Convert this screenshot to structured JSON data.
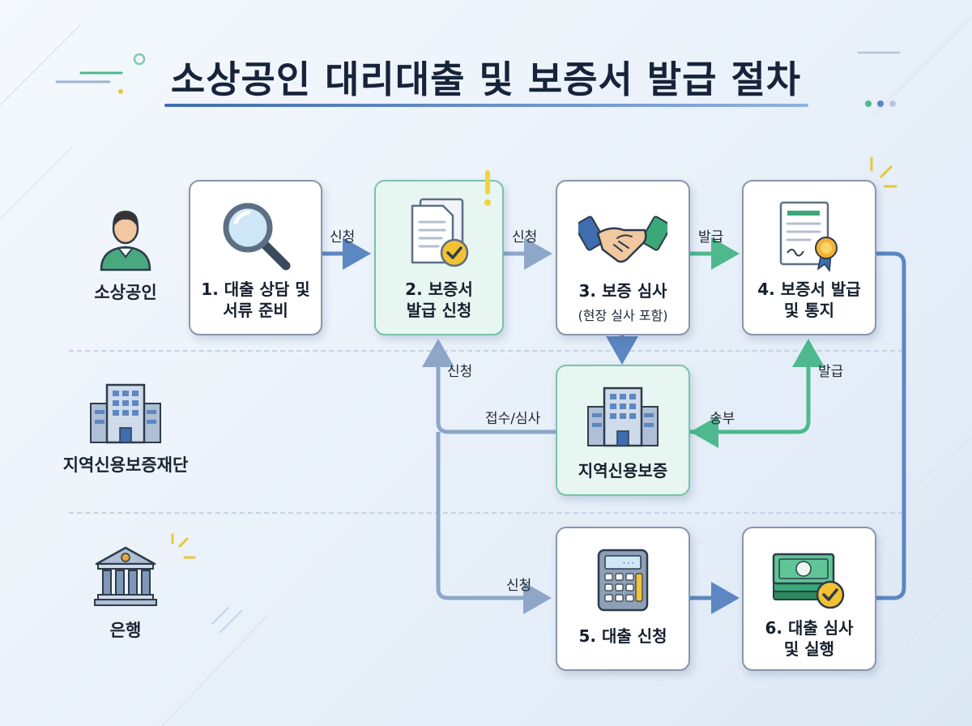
{
  "title": "소상공인 대리대출 및 보증서 발급 절차",
  "lanes": [
    {
      "label": "소상공인",
      "icon": "merchant-person-icon"
    },
    {
      "label": "지역신용보증재단",
      "icon": "office-building-icon"
    },
    {
      "label": "은행",
      "icon": "bank-building-icon"
    }
  ],
  "steps": {
    "step1": {
      "label": "1. 대출 상담 및\n서류 준비",
      "icon": "magnifier-icon"
    },
    "step2": {
      "label": "2. 보증서\n발급 신청",
      "icon": "document-check-icon"
    },
    "step3": {
      "label": "3. 보증 심사",
      "sublabel": "(현장 실사 포함)",
      "icon": "handshake-icon"
    },
    "step4": {
      "label": "4. 보증서 발급\n및 통지",
      "icon": "certificate-icon"
    },
    "foundation": {
      "label": "지역신용보증",
      "icon": "office-building-icon"
    },
    "step5": {
      "label": "5. 대출 신청",
      "icon": "calculator-icon"
    },
    "step6": {
      "label": "6. 대출 심사\n및 실행",
      "icon": "money-check-icon"
    }
  },
  "edges": {
    "e1_2": "신청",
    "e2_3": "신청",
    "e3_4": "발급",
    "e_found_4": "발급",
    "e_found_2_up": "신청",
    "e_found_back": "접수/심사",
    "e_4_found": "송부",
    "e_to_5": "신청"
  },
  "colors": {
    "blue_arrow": "#5d87c2",
    "green_arrow": "#4db98d",
    "grey_arrow": "#8ea6c8"
  }
}
